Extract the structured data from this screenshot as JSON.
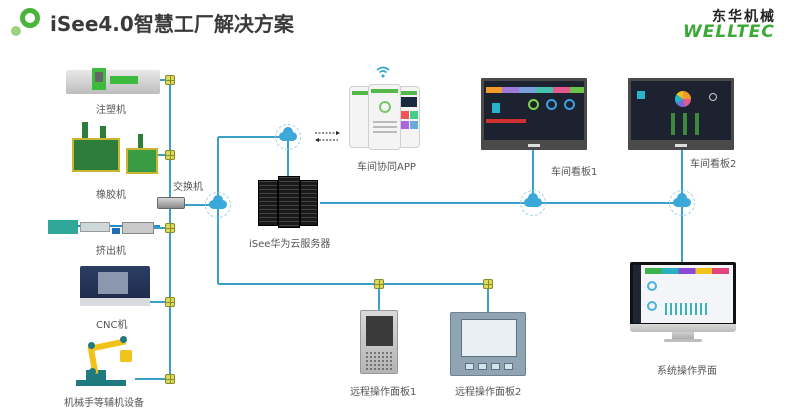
{
  "header": {
    "title": "iSee4.0智慧工厂解决方案",
    "brand_cn": "东华机械",
    "brand_en": "WELLTEC"
  },
  "colors": {
    "line": "#3aa0c8",
    "cloud": "#3aa8d8",
    "brand_green": "#4bb43a",
    "connector": "#d9d95a"
  },
  "equipment": [
    {
      "id": "injection",
      "label": "注塑机"
    },
    {
      "id": "rubber",
      "label": "橡胶机"
    },
    {
      "id": "extruder",
      "label": "挤出机"
    },
    {
      "id": "cnc",
      "label": "CNC机"
    },
    {
      "id": "robot",
      "label": "机械手等辅机设备"
    }
  ],
  "network": {
    "switch_label": "交换机",
    "server_label": "iSee华为云服务器",
    "app_label": "车间协同APP",
    "kanban1_label": "车间看板1",
    "kanban2_label": "车间看板2",
    "remote_panel1_label": "远程操作面板1",
    "remote_panel2_label": "远程操作面板2",
    "system_ui_label": "系统操作界面"
  },
  "icons": {
    "cloud": "cloud-icon",
    "connector": "network-port-icon",
    "wifi": "wifi-icon",
    "sync_arrows": "bidirectional-arrows-icon"
  }
}
